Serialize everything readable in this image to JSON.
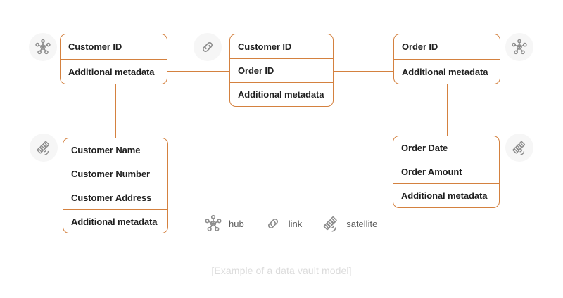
{
  "caption": "[Example of a data vault model]",
  "colors": {
    "border": "#d4813f",
    "text": "#1f1f1f",
    "legend_text": "#5c5c5c",
    "caption_text": "#dcdcdc",
    "badge_bg": "#f6f6f6",
    "icon": "#8c8c8c",
    "background": "#ffffff"
  },
  "entities": [
    {
      "id": "customer-hub",
      "type": "hub",
      "rows": [
        "Customer ID",
        "Additional metadata"
      ]
    },
    {
      "id": "customer-order-link",
      "type": "link",
      "rows": [
        "Customer ID",
        "Order ID",
        "Additional metadata"
      ]
    },
    {
      "id": "order-hub",
      "type": "hub",
      "rows": [
        "Order ID",
        "Additional metadata"
      ]
    },
    {
      "id": "customer-satellite",
      "type": "satellite",
      "rows": [
        "Customer Name",
        "Customer Number",
        "Customer Address",
        "Additional metadata"
      ]
    },
    {
      "id": "order-satellite",
      "type": "satellite",
      "rows": [
        "Order Date",
        "Order Amount",
        "Additional metadata"
      ]
    }
  ],
  "badges": [
    {
      "id": "customer-hub-badge",
      "icon": "hub-icon"
    },
    {
      "id": "link-badge",
      "icon": "link-icon"
    },
    {
      "id": "order-hub-badge",
      "icon": "hub-icon"
    },
    {
      "id": "customer-satellite-badge",
      "icon": "satellite-icon"
    },
    {
      "id": "order-satellite-badge",
      "icon": "satellite-icon"
    }
  ],
  "legend": [
    {
      "icon": "hub-icon",
      "label": "hub"
    },
    {
      "icon": "link-icon",
      "label": "link"
    },
    {
      "icon": "satellite-icon",
      "label": "satellite"
    }
  ]
}
